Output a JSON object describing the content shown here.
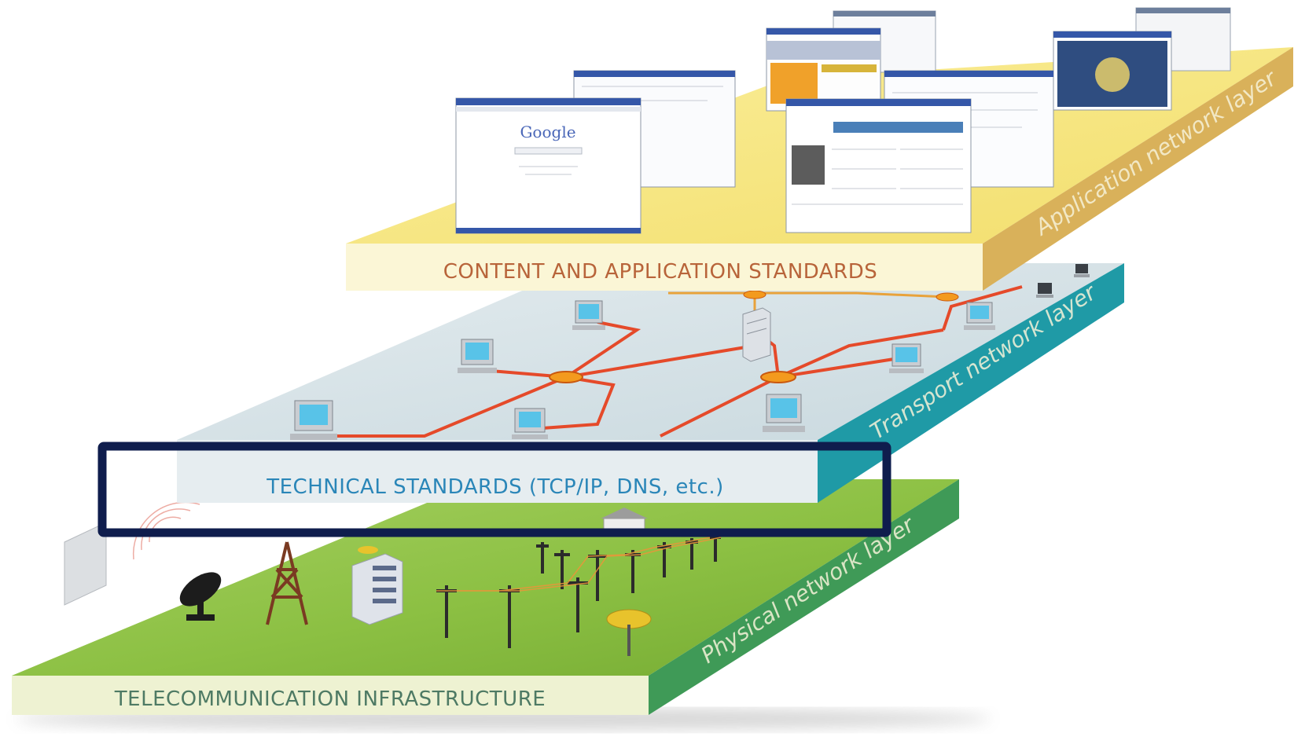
{
  "layers": {
    "application": {
      "title": "CONTENT AND APPLICATION STANDARDS",
      "side_label": "Application network layer",
      "title_color": "#b8643a",
      "browser_logo": "Google"
    },
    "transport": {
      "title": "TECHNICAL STANDARDS (TCP/IP, DNS, etc.)",
      "side_label": "Transport network layer",
      "title_color": "#2a86b8"
    },
    "physical": {
      "title": "TELECOMMUNICATION INFRASTRUCTURE",
      "side_label": "Physical network layer",
      "title_color": "#4e7a64"
    }
  },
  "highlight": {
    "color": "#0f1d4d"
  },
  "icons": {
    "browser": "browser-window-icon",
    "computer": "desktop-computer-icon",
    "server": "server-tower-icon",
    "router": "router-node-icon",
    "tower": "radio-tower-icon",
    "dish": "satellite-dish-icon",
    "pole": "utility-pole-icon",
    "building": "building-icon"
  }
}
